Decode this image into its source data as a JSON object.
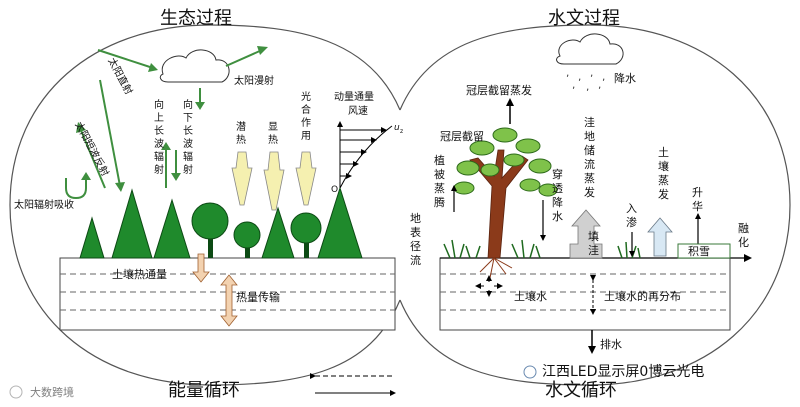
{
  "titles": {
    "left": "生态过程",
    "right": "水文过程",
    "bottom_left": "能量循环",
    "bottom_right": "水文循环"
  },
  "eco": {
    "solar_direct": "太阳直射",
    "longwave_reflect": "太阳短波反射",
    "solar_absorb": "太阳辐射吸收",
    "up_longwave": [
      "向",
      "上",
      "长",
      "波",
      "辐",
      "射"
    ],
    "down_longwave": [
      "向",
      "下",
      "长",
      "波",
      "辐",
      "射"
    ],
    "diffuse": "太阳漫射",
    "latent": [
      "潜",
      "热"
    ],
    "sensible": [
      "显",
      "热"
    ],
    "photosynthesis": [
      "光",
      "合",
      "作",
      "用"
    ],
    "momentum": "动量通量",
    "wind_speed": "风速",
    "u_label": "u",
    "u_sub": "z",
    "o_label": "O",
    "soil_heat_flux": "土壤热通量",
    "heat_transfer": "热量传输"
  },
  "hydro": {
    "rain": "降水",
    "canopy_evap": "冠层截留蒸发",
    "canopy_intercept": "冠层截留",
    "transpiration": [
      "植",
      "被",
      "蒸",
      "腾"
    ],
    "throughfall": [
      "穿",
      "透",
      "降",
      "水"
    ],
    "depression_evap": [
      "洼",
      "地",
      "储",
      "流",
      "蒸",
      "发"
    ],
    "infiltration": [
      "入",
      "渗"
    ],
    "soil_evap": [
      "土",
      "壤",
      "蒸",
      "发"
    ],
    "sublimation": [
      "升",
      "华"
    ],
    "surface_runoff": [
      "地",
      "表",
      "径",
      "流"
    ],
    "fill": [
      "填",
      "洼"
    ],
    "snow": "积雪",
    "melt": [
      "融",
      "化"
    ],
    "soil_water": "土壤水",
    "redistribution": "土壤水的再分布",
    "drainage": "排水"
  },
  "watermarks": {
    "left": "大数跨境",
    "right": "江西LED显示屏0博云光电"
  },
  "colors": {
    "tree_green": "#1f8a2c",
    "trunk": "#8b3a1a",
    "leaf": "#7fc24a",
    "heat_arrow": "#f5f0b0",
    "soil_arrow": "#f3d2b0",
    "hollow_arrow": "#d8e8f4",
    "snow_box": "#ffffff",
    "ground_grey": "#c9c9c9"
  }
}
